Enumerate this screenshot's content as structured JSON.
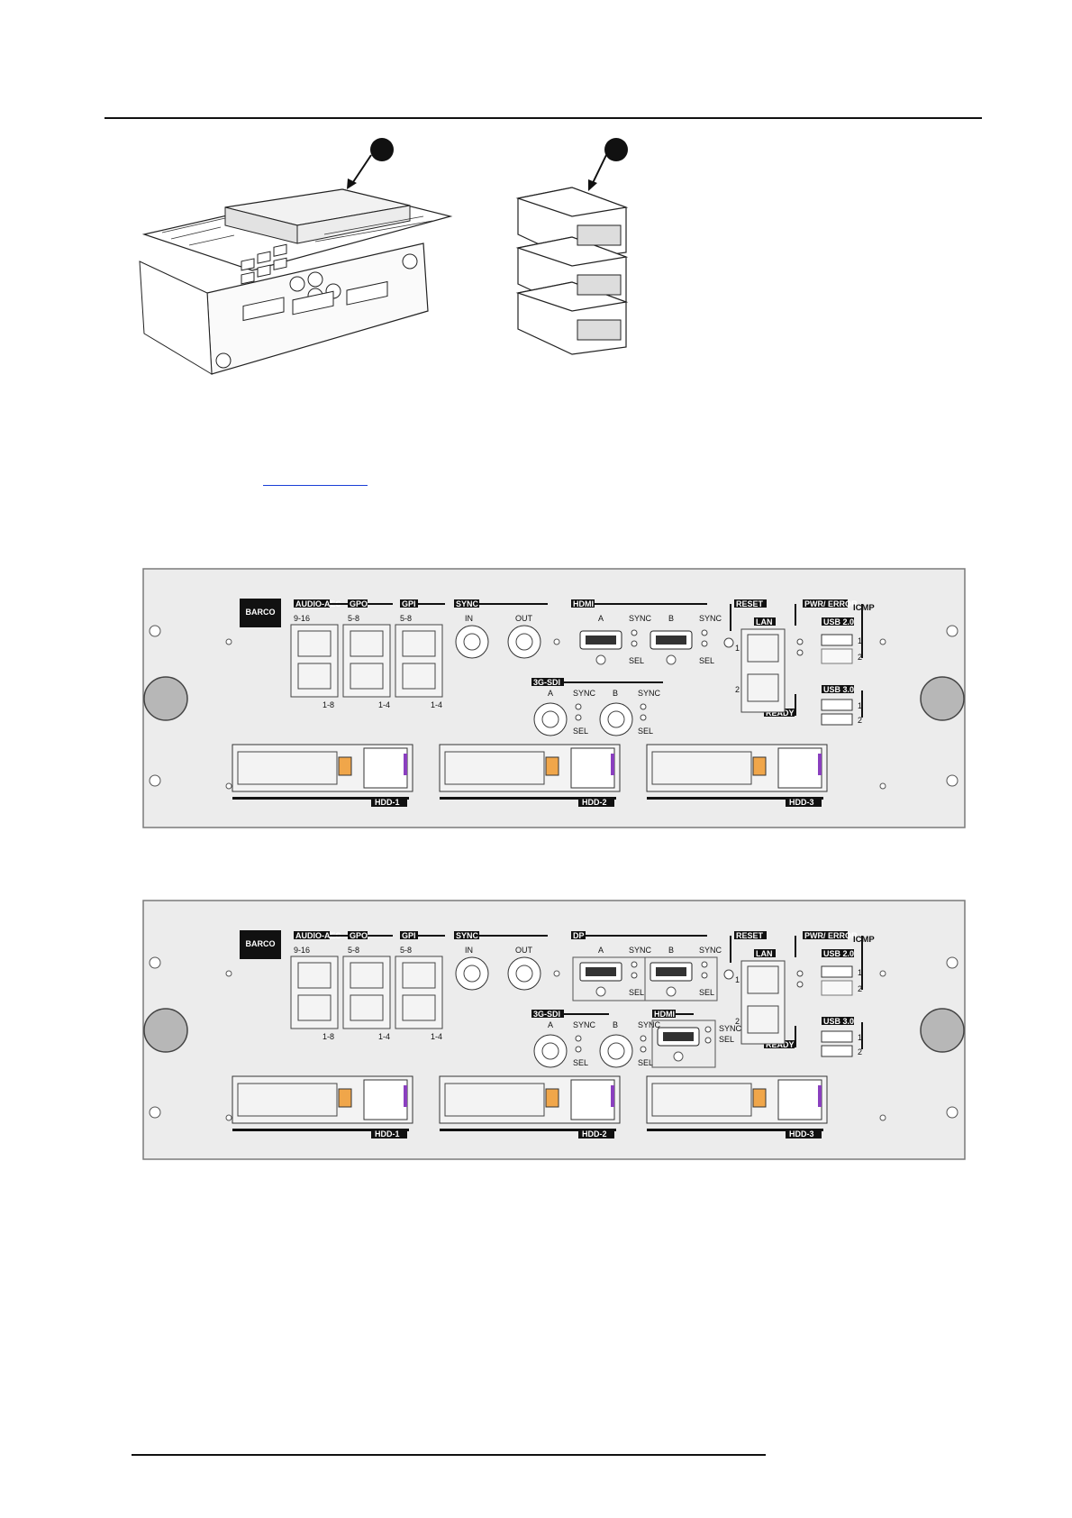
{
  "illustration": {
    "callout_1": "",
    "callout_2": ""
  },
  "link": {
    "text": ""
  },
  "panel_hdmi": {
    "logo": "BARCO",
    "model": "ICMP",
    "groups": {
      "audio_aes": "AUDIO-AES",
      "gpo": "GPO",
      "gpi": "GPI",
      "sync": "SYNC",
      "video": "HDMI",
      "sdi": "3G-SDI",
      "reset": "RESET",
      "lan": "LAN",
      "pwr_error": "PWR/ ERROR",
      "usb2": "USB 2.0",
      "usb3": "USB 3.0",
      "ready": "READY"
    },
    "port_labels": {
      "audio_top": "9-16",
      "audio_bottom": "1-8",
      "gpo_top": "5-8",
      "gpo_bottom": "1-4",
      "gpi_top": "5-8",
      "gpi_bottom": "1-4",
      "sync_in": "IN",
      "sync_out": "OUT",
      "a": "A",
      "b": "B",
      "led_sync": "SYNC",
      "led_sel": "SEL",
      "one": "1",
      "two": "2"
    },
    "hdd": [
      "HDD-1",
      "HDD-2",
      "HDD-3"
    ]
  },
  "panel_dp": {
    "logo": "BARCO",
    "model": "ICMP",
    "groups": {
      "audio_aes": "AUDIO-AES",
      "gpo": "GPO",
      "gpi": "GPI",
      "sync": "SYNC",
      "video": "DP",
      "sdi": "3G-SDI",
      "hdmi": "HDMI",
      "reset": "RESET",
      "lan": "LAN",
      "pwr_error": "PWR/ ERROR",
      "usb2": "USB 2.0",
      "usb3": "USB 3.0",
      "ready": "READY"
    },
    "port_labels": {
      "audio_top": "9-16",
      "audio_bottom": "1-8",
      "gpo_top": "5-8",
      "gpo_bottom": "1-4",
      "gpi_top": "5-8",
      "gpi_bottom": "1-4",
      "sync_in": "IN",
      "sync_out": "OUT",
      "a": "A",
      "b": "B",
      "led_sync": "SYNC",
      "led_sel": "SEL",
      "one": "1",
      "two": "2"
    },
    "hdd": [
      "HDD-1",
      "HDD-2",
      "HDD-3"
    ]
  },
  "colors": {
    "panel_fill": "#ececec",
    "hdd_latch": "#f0a64a",
    "hdd_accent": "#8a3fbf",
    "link": "#1a3fd6"
  }
}
